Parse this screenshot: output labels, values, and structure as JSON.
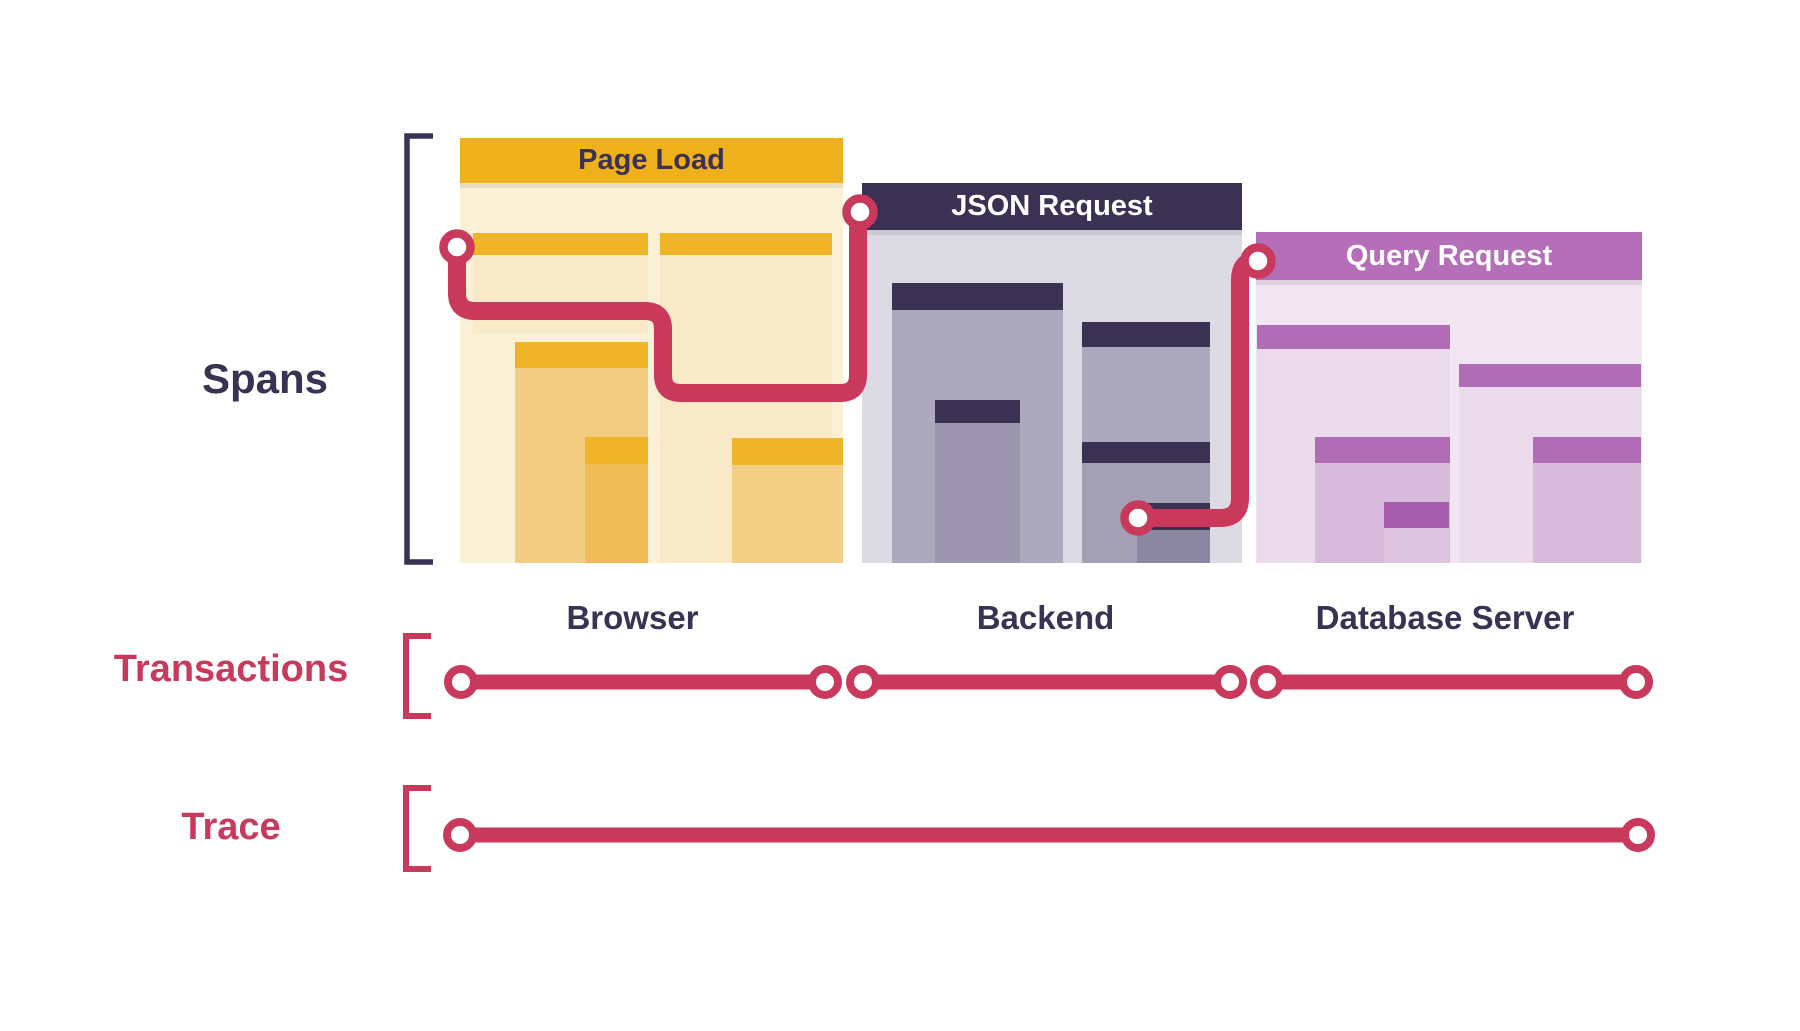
{
  "diagram": {
    "spans_label": "Spans",
    "transactions_label": "Transactions",
    "trace_label": "Trace",
    "panels": [
      {
        "title": "Page Load",
        "server": "Browser"
      },
      {
        "title": "JSON Request",
        "server": "Backend"
      },
      {
        "title": "Query Request",
        "server": "Database Server"
      }
    ],
    "colors": {
      "accent_red": "#C9395C",
      "dark_purple": "#3A3153",
      "gold": "#EFB11B",
      "query_purple": "#B56FB9",
      "background": "#FFFFFF"
    }
  }
}
